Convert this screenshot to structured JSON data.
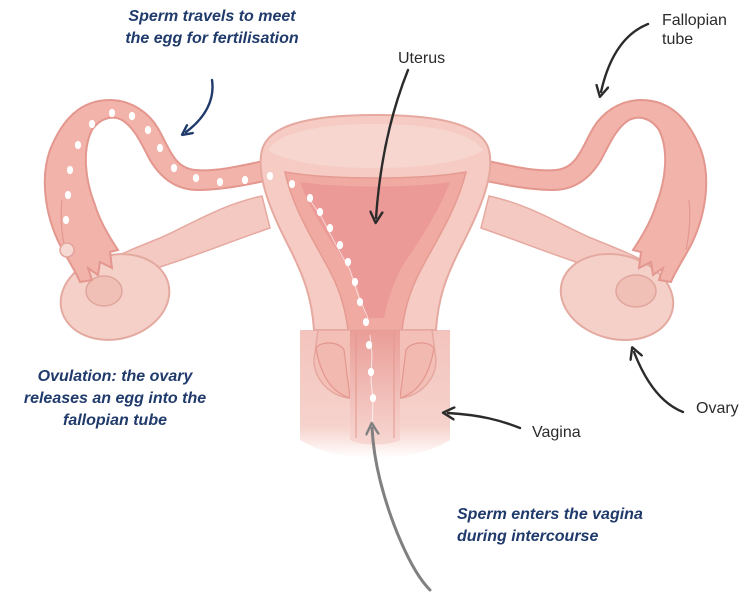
{
  "labels": {
    "fallopian_tube": [
      "Fallopian",
      "tube"
    ],
    "uterus": "Uterus",
    "ovary": "Ovary",
    "vagina": "Vagina"
  },
  "notes": {
    "sperm_travels": [
      "Sperm travels to meet",
      "the egg for fertilisation"
    ],
    "ovulation": [
      "Ovulation: the ovary",
      "releases an egg into the",
      "fallopian tube"
    ],
    "sperm_enters": [
      "Sperm enters the vagina",
      "during intercourse"
    ]
  },
  "colors": {
    "note_text": "#1f3a6b",
    "label_text": "#2b2b2b",
    "tissue_light": "#f6d2cc",
    "tissue_mid": "#f0b4ad",
    "tissue_dark": "#e8998f",
    "cavity": "#ec9a98",
    "sperm": "#ffffff",
    "annotation_arrow": "#1f3a6b",
    "entry_arrow": "#808080"
  }
}
